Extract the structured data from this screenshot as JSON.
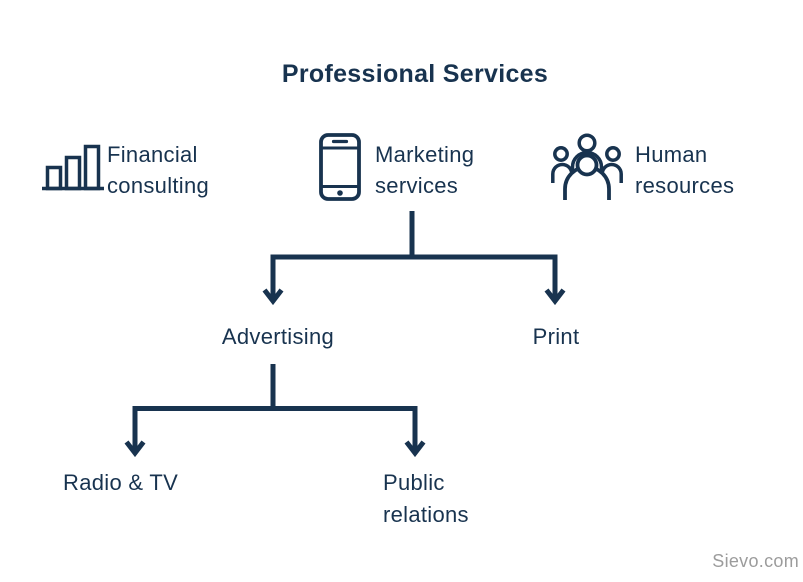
{
  "title": "Professional Services",
  "watermark": "Sievo.com",
  "colors": {
    "primary": "#18334f",
    "watermark": "#9c9c9c",
    "background": "#ffffff"
  },
  "diagram": {
    "type": "tree",
    "root": "Professional Services",
    "nodes": [
      {
        "id": "financial-consulting",
        "label": "Financial consulting",
        "lines": [
          "Financial",
          "consulting"
        ],
        "icon": "bar-chart-icon",
        "parent": "Professional Services"
      },
      {
        "id": "marketing-services",
        "label": "Marketing services",
        "lines": [
          "Marketing",
          "services"
        ],
        "icon": "smartphone-icon",
        "parent": "Professional Services"
      },
      {
        "id": "human-resources",
        "label": "Human resources",
        "lines": [
          "Human",
          "resources"
        ],
        "icon": "people-icon",
        "parent": "Professional Services"
      },
      {
        "id": "advertising",
        "label": "Advertising",
        "parent": "Marketing services"
      },
      {
        "id": "print",
        "label": "Print",
        "parent": "Marketing services"
      },
      {
        "id": "radio-tv",
        "label": "Radio & TV",
        "parent": "Advertising"
      },
      {
        "id": "public-relations",
        "label": "Public relations",
        "lines": [
          "Public",
          "relations"
        ],
        "parent": "Advertising"
      }
    ]
  }
}
